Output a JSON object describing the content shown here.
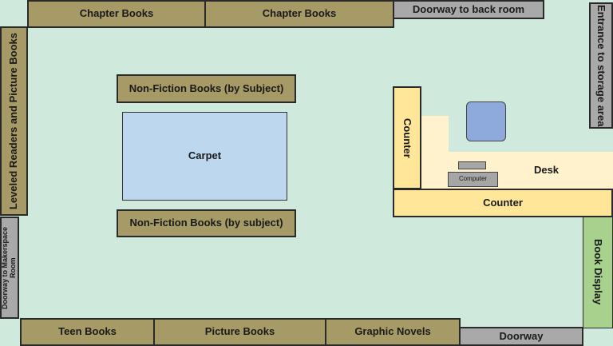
{
  "floor_plan": {
    "top_wall": {
      "shelf_1": "Chapter Books",
      "shelf_2": "Chapter Books",
      "back_room_door": "Doorway to back room"
    },
    "right_wall": {
      "storage_entrance": "Entrance to storage area",
      "book_display": "Book Display"
    },
    "left_wall": {
      "leveled_readers": "Leveled Readers and Picture Books",
      "makerspace_door": "Doorway to Makerspace Room"
    },
    "center": {
      "nonfiction_top": "Non-Fiction Books (by Subject)",
      "carpet": "Carpet",
      "nonfiction_bottom": "Non-Fiction Books (by subject)"
    },
    "desk_area": {
      "counter_vertical": "Counter",
      "desk": "Desk",
      "computer": "Computer",
      "counter_horizontal": "Counter"
    },
    "bottom_wall": {
      "teen_books": "Teen Books",
      "picture_books": "Picture Books",
      "graphic_novels": "Graphic Novels",
      "doorway": "Doorway"
    }
  }
}
